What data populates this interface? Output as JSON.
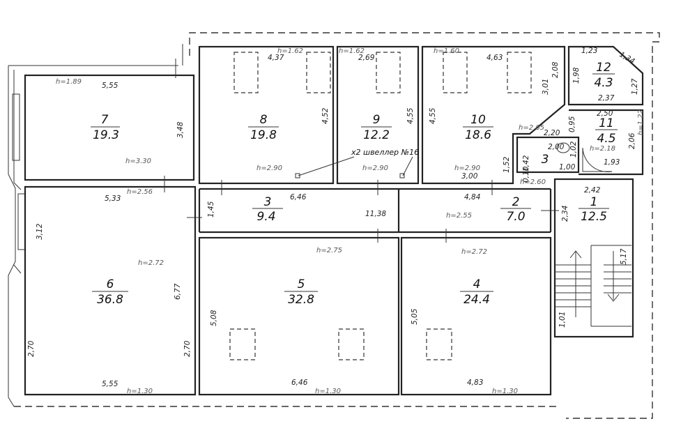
{
  "rooms": [
    {
      "id": "r1",
      "number": "1",
      "area": "12.5"
    },
    {
      "id": "r2",
      "number": "2",
      "area": "7.0"
    },
    {
      "id": "r3",
      "number": "3",
      "area": "9.4"
    },
    {
      "id": "r3b",
      "number": "3",
      "area": ""
    },
    {
      "id": "r4",
      "number": "4",
      "area": "24.4"
    },
    {
      "id": "r5",
      "number": "5",
      "area": "32.8"
    },
    {
      "id": "r6",
      "number": "6",
      "area": "36.8"
    },
    {
      "id": "r7",
      "number": "7",
      "area": "19.3"
    },
    {
      "id": "r8",
      "number": "8",
      "area": "19.8"
    },
    {
      "id": "r9",
      "number": "9",
      "area": "12.2"
    },
    {
      "id": "r10",
      "number": "10",
      "area": "18.6"
    },
    {
      "id": "r11",
      "number": "11",
      "area": "4.5"
    },
    {
      "id": "r12",
      "number": "12",
      "area": "4.3"
    }
  ],
  "dimensions": {
    "d555a": "5,55",
    "d348": "3,48",
    "d437": "4,37",
    "d452": "4,52",
    "d269": "2,69",
    "d455a": "4,55",
    "d455b": "4,55",
    "d463": "4,63",
    "d301": "3,01",
    "d208": "2,08",
    "d123": "1,23",
    "d134": "1,34",
    "d198": "1,98",
    "d127": "1,27",
    "d237": "2,37",
    "d250": "2,50",
    "d095": "0,95",
    "d206": "2,06",
    "d220": "2,20",
    "d200": "2,00",
    "d102": "1,02",
    "d142": "1,42",
    "d100": "1,00",
    "d193": "1,93",
    "d152": "1,52",
    "d300": "3,00",
    "d484": "4,84",
    "d010": "0,10",
    "d533": "5,33",
    "d646a": "6,46",
    "d145": "1,45",
    "d1138": "11,38",
    "d242": "2,42",
    "d234": "2,34",
    "d517": "5,17",
    "d101": "1,01",
    "d312": "3,12",
    "d677": "6,77",
    "d270a": "2,70",
    "d270b": "2,70",
    "d555b": "5,55",
    "d508": "5,08",
    "d505": "5,05",
    "d646b": "6,46",
    "d483": "4,83"
  },
  "heights": {
    "h189": "h=1.89",
    "h330": "h=3.30",
    "h162a": "h=1.62",
    "h162b": "h=1.62",
    "h160": "h=1.60",
    "h290a": "h=2.90",
    "h290b": "h=2.90",
    "h290c": "h=2.90",
    "h265": "h=2.65",
    "h218": "h=2.18",
    "h122": "h=1.22",
    "h260": "h=2.60",
    "h256": "h=2.56",
    "h255": "h=2.55",
    "h272a": "h=2.72",
    "h275": "h=2.75",
    "h272b": "h=2.72",
    "h130a": "h=1.30",
    "h130b": "h=1.30",
    "h130c": "h=1.30"
  },
  "note": "x2 швеллер №16"
}
